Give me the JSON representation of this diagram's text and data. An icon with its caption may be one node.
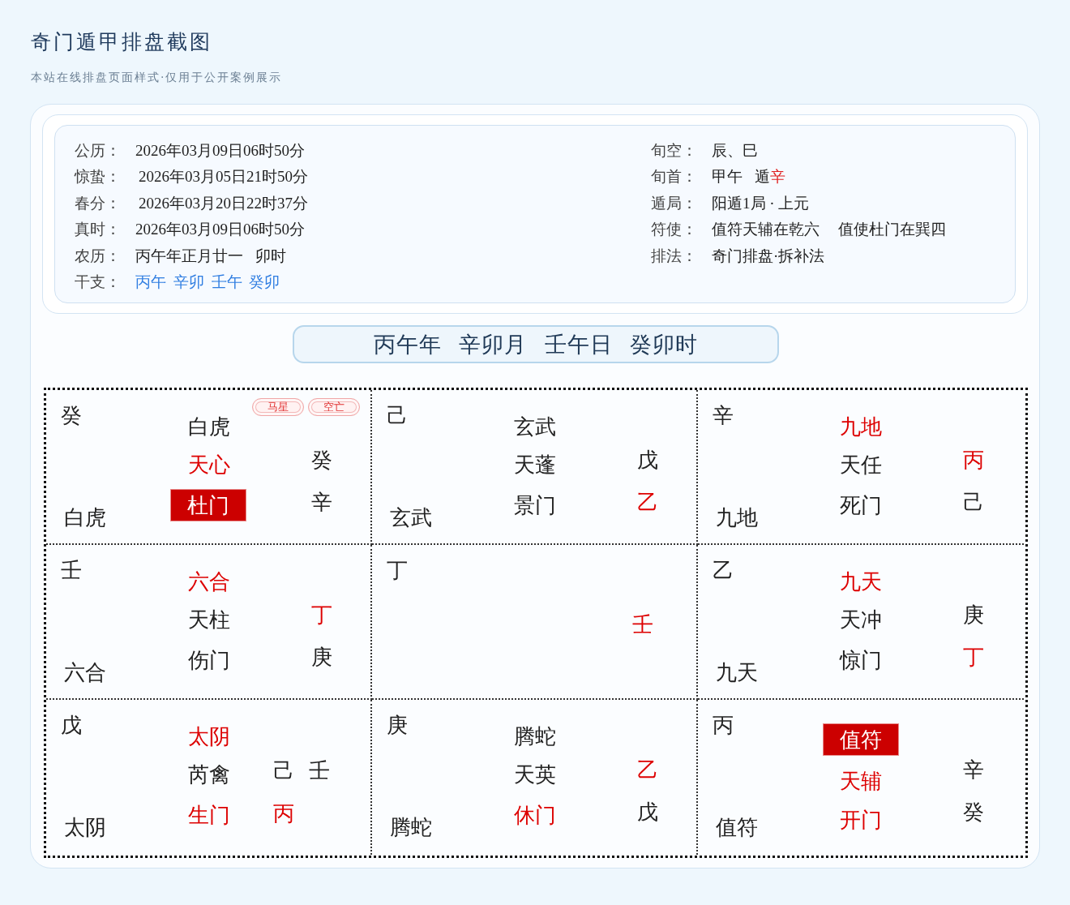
{
  "diagram": {
    "title": "奇门遁甲排盘截图",
    "nodes": [
      {
        "text": [
          "公历：",
          "2026年03月09日06时50分",
          "旬空：",
          "辰、巳",
          "惊蛰：",
          "2026年03月05日21时50分",
          "旬首：",
          "甲午 遁辛",
          "春分：",
          "2026年03月20日22时37分",
          "遁局：",
          "阳遁1局 · 上元",
          "真时：",
          "2026年03月09日06时50分",
          "符使：",
          "值符天辅在乾六 值使杜门在巽四",
          "农历：",
          "丙午年正月廿一 卯时",
          "排法：",
          "奇门排盘·拆补法",
          "干支：",
          "丙午 辛卯 壬午 癸卯"
        ]
      },
      {
        "text": [
          "丙午年 辛卯月 壬午日 癸卯时"
        ]
      },
      {
        "text": [
          "癸",
          "白虎",
          "天心",
          "癸",
          "辛",
          "白虎"
        ]
      },
      {
        "text": [
          "马星"
        ],
        "in": 2
      },
      {
        "text": [
          "空亡"
        ],
        "in": 2
      },
      {
        "text": [
          "杜门"
        ],
        "in": 2
      },
      {
        "text": [
          "己",
          "玄武",
          "天蓬",
          "戊",
          "景门",
          "乙",
          "玄武"
        ]
      },
      {
        "text": [
          "辛",
          "九地",
          "天任",
          "丙",
          "死门",
          "己",
          "九地"
        ]
      },
      {
        "text": [
          "壬",
          "六合",
          "天柱",
          "丁",
          "伤门",
          "庚",
          "六合"
        ]
      },
      {
        "text": [
          "丁",
          "壬"
        ]
      },
      {
        "text": [
          "乙",
          "九天",
          "天冲",
          "庚",
          "惊门",
          "丁",
          "九天"
        ]
      },
      {
        "text": [
          "戊",
          "太阴",
          "芮禽",
          "己",
          "壬",
          "生门",
          "丙",
          "太阴"
        ]
      },
      {
        "text": [
          "庚",
          "腾蛇",
          "天英",
          "乙",
          "休门",
          "戊",
          "腾蛇"
        ]
      },
      {
        "text": [
          "丙",
          "天辅",
          "辛",
          "开门",
          "癸",
          "值符"
        ]
      },
      {
        "text": [
          "值符"
        ],
        "in": 13
      }
    ],
    "labels": [
      "本站在线排盘页面样式·仅用于公开案例展示"
    ]
  }
}
